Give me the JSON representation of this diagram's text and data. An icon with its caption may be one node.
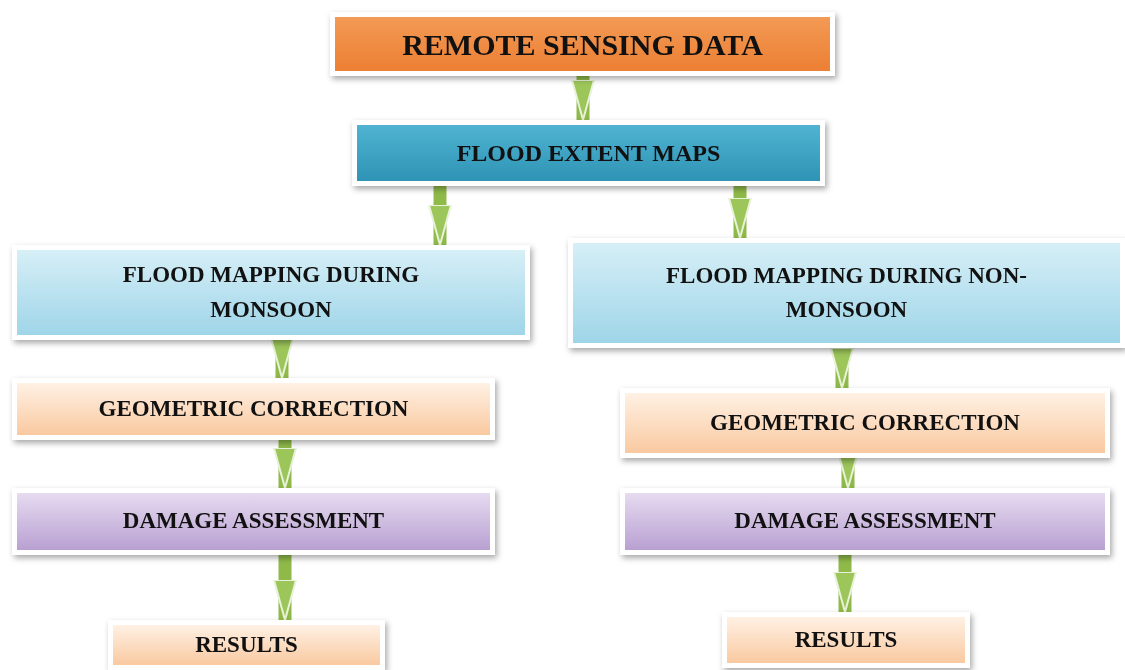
{
  "diagram": {
    "nodes": [
      {
        "text": [
          "REMOTE SENSING DATA"
        ]
      },
      {
        "text": [
          "FLOOD EXTENT MAPS"
        ]
      },
      {
        "text": [
          "FLOOD MAPPING DURING MONSOON"
        ]
      },
      {
        "text": [
          "FLOOD MAPPING DURING NON-MONSOON"
        ]
      },
      {
        "text": [
          "GEOMETRIC CORRECTION"
        ]
      },
      {
        "text": [
          "GEOMETRIC CORRECTION"
        ]
      },
      {
        "text": [
          "DAMAGE ASSESSMENT"
        ]
      },
      {
        "text": [
          "DAMAGE ASSESSMENT"
        ]
      },
      {
        "text": [
          "RESULTS"
        ]
      },
      {
        "text": [
          "RESULTS"
        ]
      }
    ],
    "edges": [
      {
        "from": 0,
        "to": 1,
        "arrow": "to"
      },
      {
        "from": 1,
        "to": 2,
        "arrow": "to"
      },
      {
        "from": 1,
        "to": 3,
        "arrow": "to"
      },
      {
        "from": 2,
        "to": 4,
        "arrow": "to"
      },
      {
        "from": 3,
        "to": 5,
        "arrow": "to"
      },
      {
        "from": 4,
        "to": 6,
        "arrow": "to"
      },
      {
        "from": 5,
        "to": 7,
        "arrow": "to"
      },
      {
        "from": 6,
        "to": 8,
        "arrow": "to"
      },
      {
        "from": 7,
        "to": 9,
        "arrow": "to"
      }
    ]
  }
}
